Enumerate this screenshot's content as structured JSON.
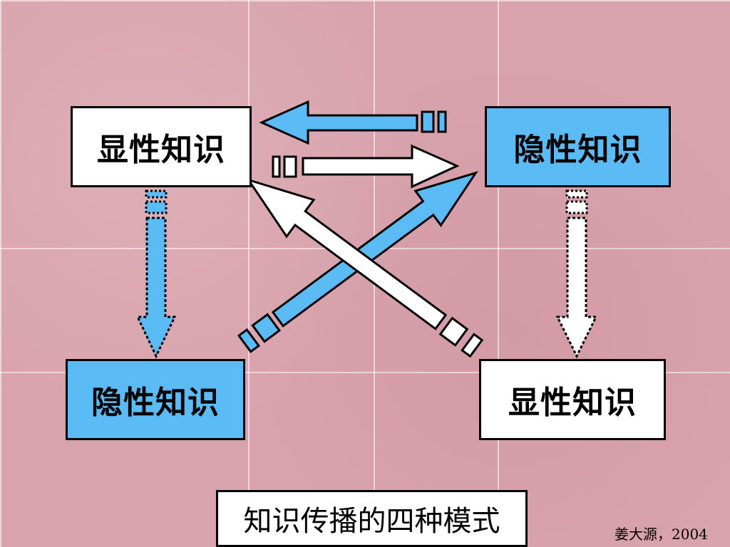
{
  "boxes": {
    "top_left": "显性知识",
    "top_right": "隐性知识",
    "bottom_left": "隐性知识",
    "bottom_right": "显性知识"
  },
  "caption": "知识传播的四种模式",
  "credit": "姜大源，2004",
  "colors": {
    "blue": "#5bbcf5",
    "white": "#ffffff",
    "border": "#000000",
    "background": "#d9a3ad"
  }
}
